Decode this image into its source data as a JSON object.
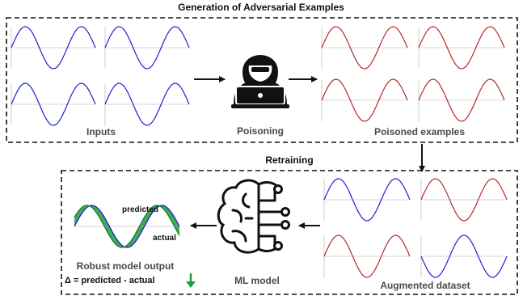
{
  "title_top": "Generation of Adversarial Examples",
  "title_bottom": "Retraining",
  "labels": {
    "inputs": "Inputs",
    "poisoning": "Poisoning",
    "poisoned": "Poisoned examples",
    "ml_model": "ML model",
    "augmented": "Augmented dataset",
    "robust": "Robust model output",
    "delta": "Δ = predicted - actual",
    "predicted": "predicted",
    "actual": "actual"
  },
  "colors": {
    "clean_wave": "#1f1fd6",
    "poison_wave": "#b52a2a",
    "fill": "#1e9e3a",
    "down_arrow": "#1e9e3a",
    "text": "#4a4a4a"
  },
  "icons": {
    "hacker": "hacker-with-laptop-icon",
    "brain": "brain-circuit-icon"
  }
}
